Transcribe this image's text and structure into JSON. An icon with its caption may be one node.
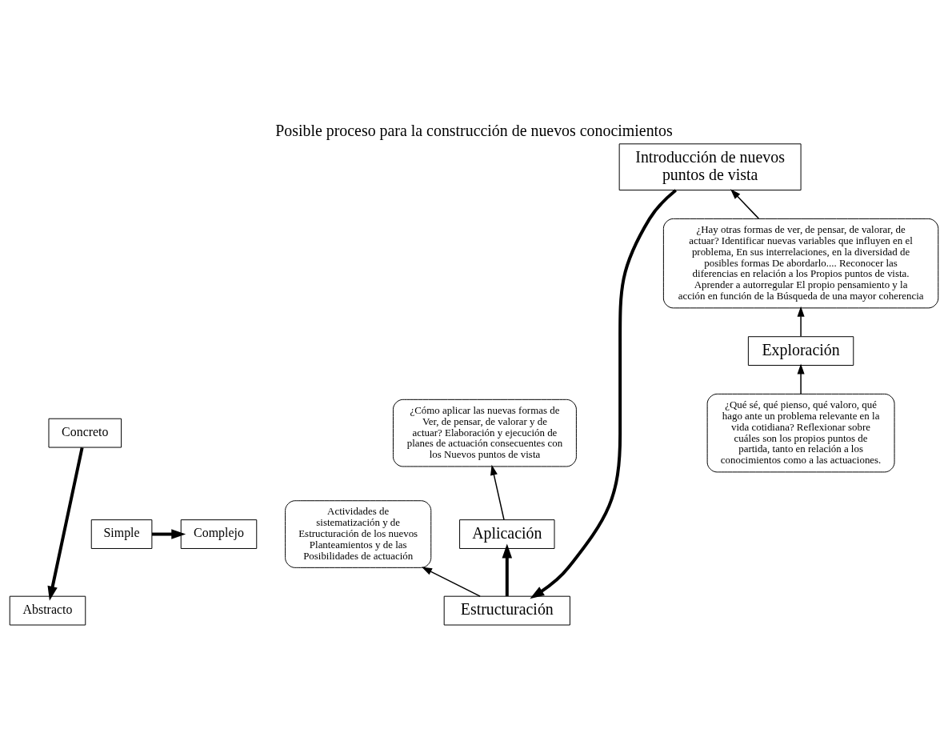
{
  "diagram": {
    "title": "Posible proceso para la construcción de nuevos conocimientos",
    "nodes": [
      {
        "text": [
          "Abstracto"
        ]
      },
      {
        "text": [
          "Concreto"
        ]
      },
      {
        "text": [
          "Simple"
        ]
      },
      {
        "text": [
          "Complejo"
        ]
      },
      {
        "text": [
          "Estructuración"
        ]
      },
      {
        "text": [
          "Introducción de nuevos puntos de vista"
        ]
      },
      {
        "text": [
          "Actividades de sistematización y de Estructuración de los nuevos Planteamientos y de las Posibilidades de actuación"
        ]
      },
      {
        "text": [
          "¿Hay otras formas de ver, de pensar, de valorar, de actuar? Identificar nuevas variables que influyen en el problema, En sus interrelaciones, en la diversidad de posibles formas De abordarlo.... Reconocer las diferencias en relación a los Propios puntos de vista. Aprender a autorregular El propio pensamiento y la acción en función de la Búsqueda de una mayor coherencia"
        ]
      },
      {
        "text": [
          "Aplicación"
        ]
      },
      {
        "text": [
          "Exploración"
        ]
      },
      {
        "text": [
          "¿Cómo aplicar las nuevas formas de Ver, de pensar, de valorar y de actuar? Elaboración y ejecución de planes de actuación consecuentes con los Nuevos puntos de vista"
        ]
      },
      {
        "text": [
          "¿Qué sé, qué pienso, qué valoro, qué hago ante un problema relevante en la vida cotidiana? Reflexionar sobre cuáles son los propios puntos de partida, tanto en relación a los conocimientos como a las actuaciones."
        ]
      }
    ],
    "edges": [
      {
        "from": 1,
        "to": 0,
        "arrow": "to",
        "style": "thick"
      },
      {
        "from": 2,
        "to": 3,
        "arrow": "to",
        "style": "thick"
      },
      {
        "from": 11,
        "to": 9,
        "arrow": "to"
      },
      {
        "from": 9,
        "to": 7,
        "arrow": "to"
      },
      {
        "from": 7,
        "to": 5,
        "arrow": "to"
      },
      {
        "from": 5,
        "to": 4,
        "arrow": "to",
        "style": "thick"
      },
      {
        "from": 4,
        "to": 6,
        "arrow": "to"
      },
      {
        "from": 4,
        "to": 8,
        "arrow": "to",
        "style": "thick"
      },
      {
        "from": 8,
        "to": 10,
        "arrow": "to"
      }
    ]
  }
}
